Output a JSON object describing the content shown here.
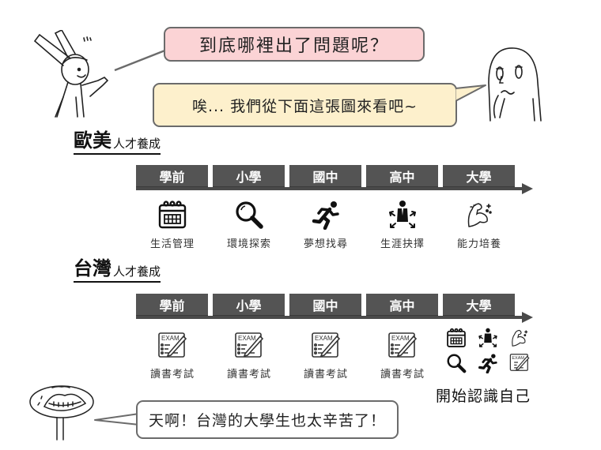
{
  "dialogue": {
    "top_question": "到底哪裡出了問題呢？",
    "top_answer": "唉... 我們從下面這張圖來看吧~",
    "bottom_exclaim": "天啊！台灣的大學生也太辛苦了！"
  },
  "western": {
    "title_big": "歐美",
    "title_small": "人才養成",
    "stages": [
      "學前",
      "小學",
      "國中",
      "高中",
      "大學"
    ],
    "milestones": [
      {
        "icon": "calendar-icon",
        "label": "生活管理"
      },
      {
        "icon": "magnifier-icon",
        "label": "環境探索"
      },
      {
        "icon": "running-person-icon",
        "label": "夢想找尋"
      },
      {
        "icon": "career-choice-icon",
        "label": "生涯抉擇"
      },
      {
        "icon": "flexed-arm-icon",
        "label": "能力培養"
      }
    ]
  },
  "taiwan": {
    "title_big": "台灣",
    "title_small": "人才養成",
    "stages": [
      "學前",
      "小學",
      "國中",
      "高中",
      "大學"
    ],
    "milestones": [
      {
        "icon": "exam-icon",
        "label": "讀書考試"
      },
      {
        "icon": "exam-icon",
        "label": "讀書考試"
      },
      {
        "icon": "exam-icon",
        "label": "讀書考試"
      },
      {
        "icon": "exam-icon",
        "label": "讀書考試"
      }
    ],
    "university_icons": [
      "calendar-icon",
      "career-choice-icon",
      "flexed-arm-icon",
      "magnifier-icon",
      "running-person-icon",
      "exam-icon"
    ],
    "university_caption": "開始認識自己"
  },
  "colors": {
    "stage_bg": "#545454",
    "bubble_pink": "#fbd3d5",
    "bubble_yellow": "#fdf0cc",
    "bubble_border": "#6b6b6b"
  }
}
